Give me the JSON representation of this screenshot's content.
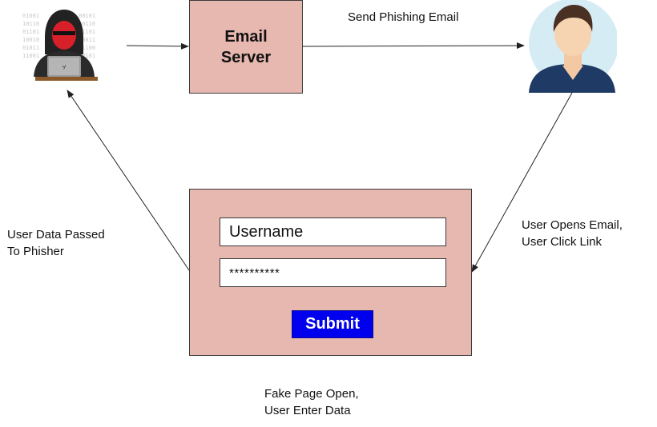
{
  "nodes": {
    "email_server": "Email\nServer",
    "fake_page": {
      "username_value": "Username",
      "password_value": "**********",
      "submit_label": "Submit"
    }
  },
  "edges": {
    "send_phishing": "Send Phishing Email",
    "user_opens": "User Opens Email,\nUser Click Link",
    "fake_page_open": "Fake Page Open,\nUser Enter Data",
    "data_passed": "User Data Passed\nTo Phisher"
  },
  "icons": {
    "hacker": "hacker-icon",
    "user": "user-avatar-icon"
  },
  "colors": {
    "box_fill": "#e6b8af",
    "submit_fill": "#0000ee"
  }
}
